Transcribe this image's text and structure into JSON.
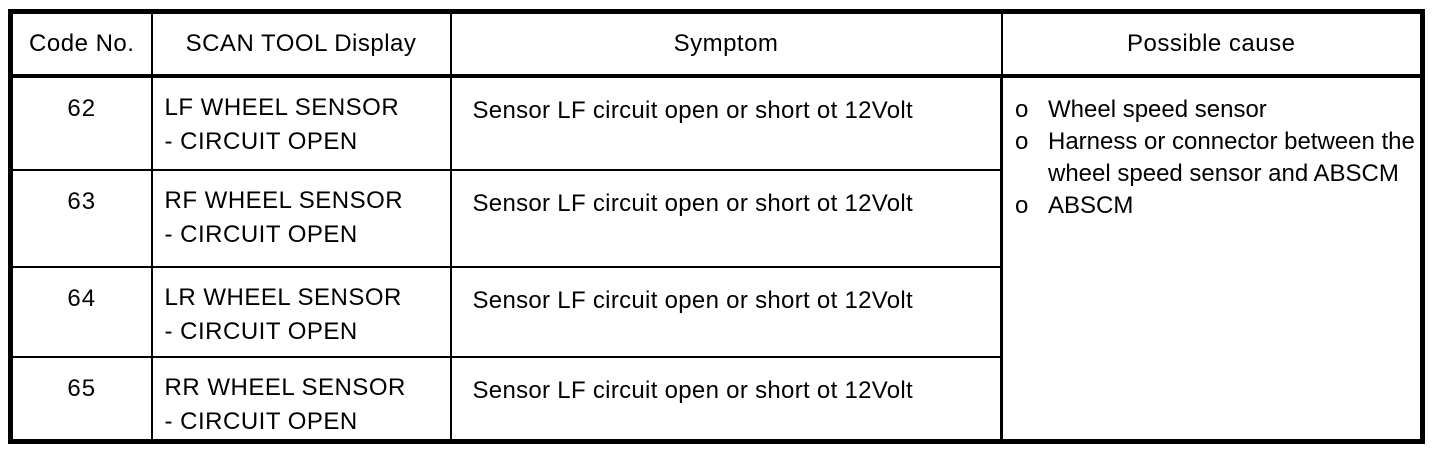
{
  "page": {
    "background_color": "#ffffff",
    "ink_color": "#000000",
    "kind": "scanned service manual diagnostic code table"
  },
  "table": {
    "headers": [
      {
        "label": "Code No."
      },
      {
        "label": "SCAN TOOL Display"
      },
      {
        "label": "Symptom"
      },
      {
        "label": "Possible cause"
      }
    ],
    "rows": [
      {
        "code": "62",
        "display": "LF WHEEL SENSOR\n- CIRCUIT OPEN",
        "symptom": "Sensor LF circuit open or short ot 12Volt"
      },
      {
        "code": "63",
        "display": "RF WHEEL SENSOR\n- CIRCUIT OPEN",
        "symptom": "Sensor LF circuit open or short ot 12Volt"
      },
      {
        "code": "64",
        "display": "LR WHEEL SENSOR\n- CIRCUIT OPEN",
        "symptom": "Sensor LF circuit open or short ot 12Volt"
      },
      {
        "code": "65",
        "display": "RR WHEEL SENSOR\n- CIRCUIT OPEN",
        "symptom": "Sensor LF circuit open or short ot 12Volt"
      }
    ],
    "possible_causes": [
      {
        "marker": "o",
        "text": "Wheel speed sensor"
      },
      {
        "marker": "o",
        "text": "Harness or connector between the wheel speed sensor and ABSCM"
      },
      {
        "marker": "o",
        "text": "ABSCM"
      }
    ]
  }
}
